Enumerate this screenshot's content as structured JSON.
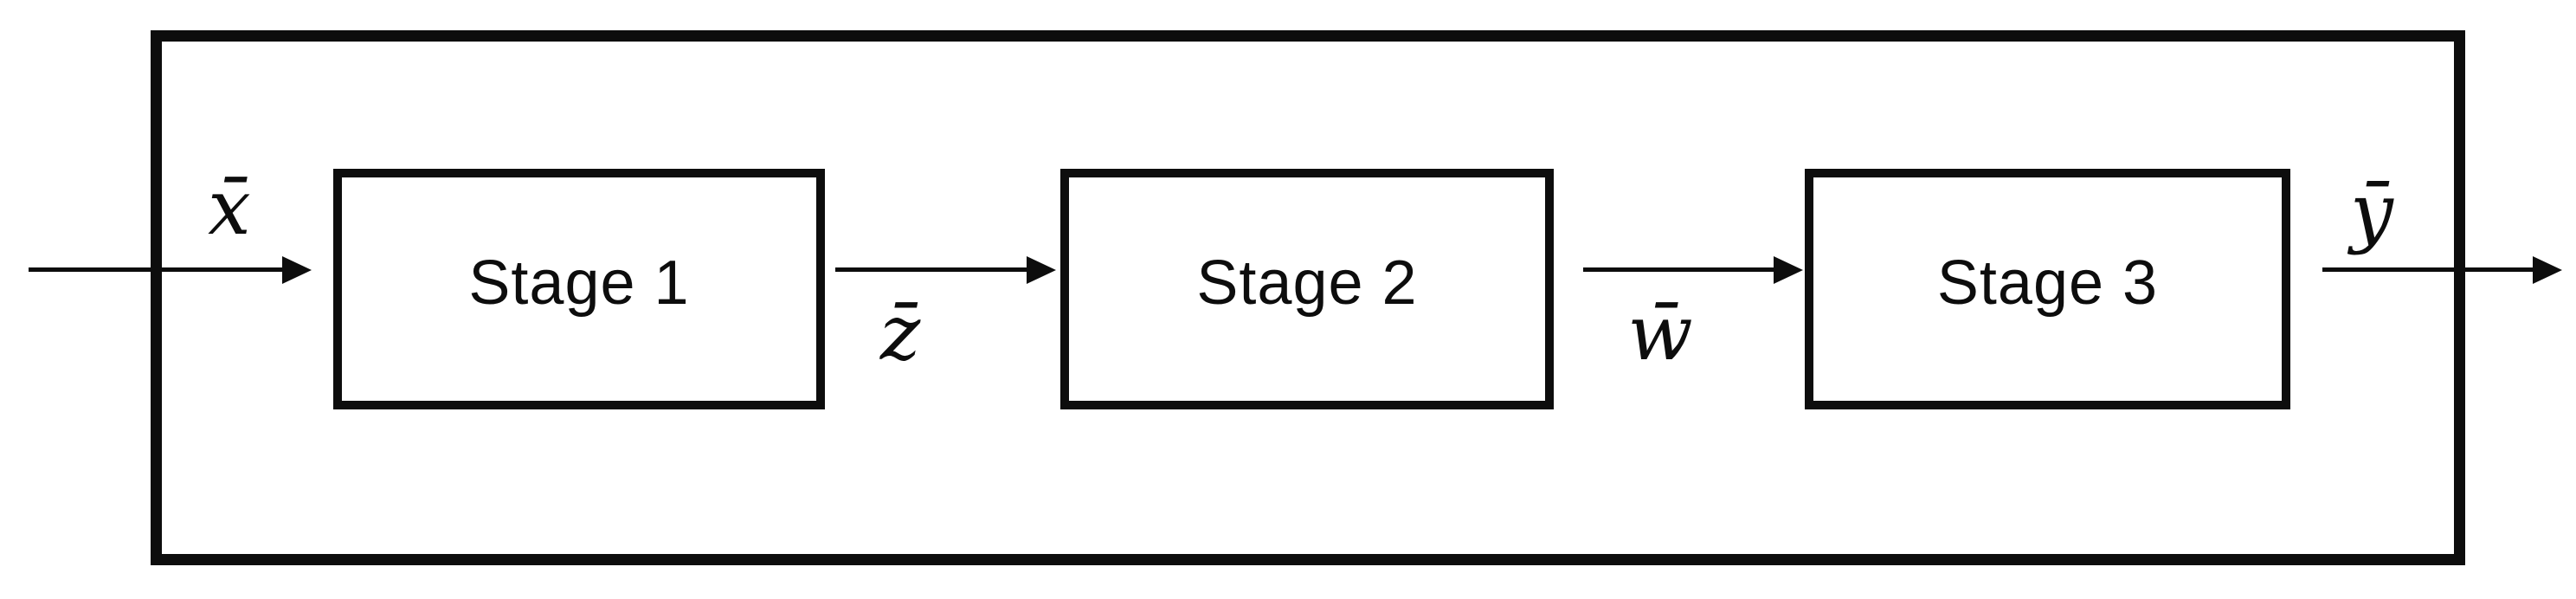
{
  "stages": [
    {
      "label": "Stage 1"
    },
    {
      "label": "Stage 2"
    },
    {
      "label": "Stage 3"
    }
  ],
  "signals": {
    "input_label": "x̄",
    "stage1_to_stage2_label": "z̄",
    "stage2_to_stage3_label": "w̄",
    "output_label": "ȳ"
  },
  "colors": {
    "stroke": "#0d0d0d",
    "background": "#ffffff"
  }
}
